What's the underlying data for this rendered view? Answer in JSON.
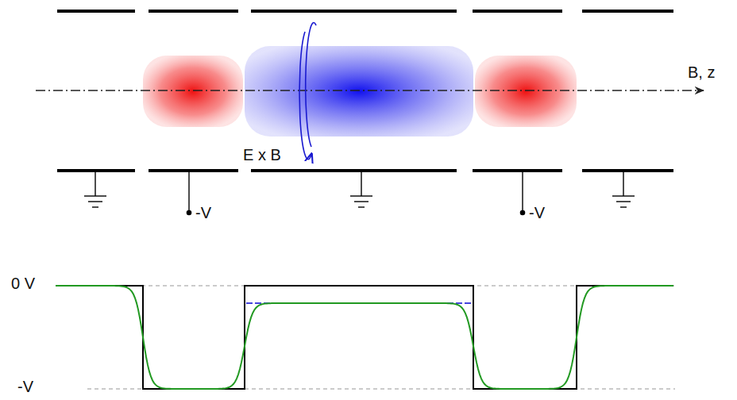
{
  "diagram": {
    "labels": [
      "B, z",
      "E x B",
      "-V",
      "-V",
      "0 V",
      "-V"
    ]
  }
}
